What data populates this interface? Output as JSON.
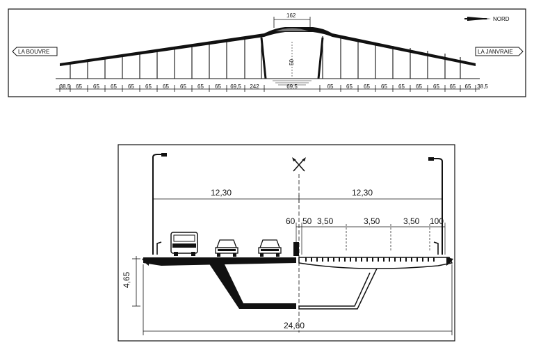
{
  "elevation": {
    "north_label": "NORD",
    "left_bank": "LA BOUVRE",
    "right_bank": "LA JANVRAIE",
    "top_span": "162",
    "height": "50",
    "span_labels": [
      "38,5",
      "65",
      "65",
      "65",
      "65",
      "65",
      "65",
      "65",
      "65",
      "65",
      "69,5",
      "242",
      "69,5",
      "65",
      "65",
      "65",
      "65",
      "65",
      "65",
      "65",
      "65",
      "65",
      "38,5"
    ]
  },
  "section": {
    "half_width_left": "12,30",
    "half_width_right": "12,30",
    "total_width": "24,60",
    "depth": "4,65",
    "lane_dims": [
      "60",
      "50",
      "3,50",
      "3,50",
      "3,50",
      "100"
    ]
  }
}
